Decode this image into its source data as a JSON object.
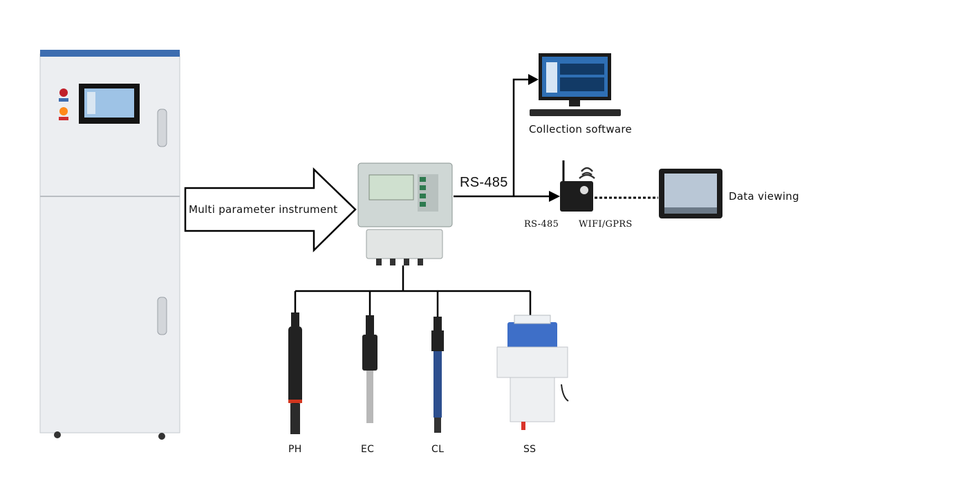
{
  "arrow_label": "Multi parameter instrument",
  "bus_label": "RS-485",
  "software_label": "Collection software",
  "gateway_left_label": "RS-485",
  "gateway_right_label": "WIFI/GPRS",
  "tablet_label": "Data viewing",
  "sensors": [
    {
      "label": "PH"
    },
    {
      "label": "EC"
    },
    {
      "label": "CL"
    },
    {
      "label": "SS"
    }
  ],
  "colors": {
    "cabinet": "#eceef1",
    "cabinet_trim": "#3d6db0",
    "instrument_body": "#c9d1cf",
    "probe_dark": "#222222",
    "probe_blue": "#2d4f8f",
    "ss_sensor_top": "#3e6fc8",
    "line": "#000000"
  }
}
